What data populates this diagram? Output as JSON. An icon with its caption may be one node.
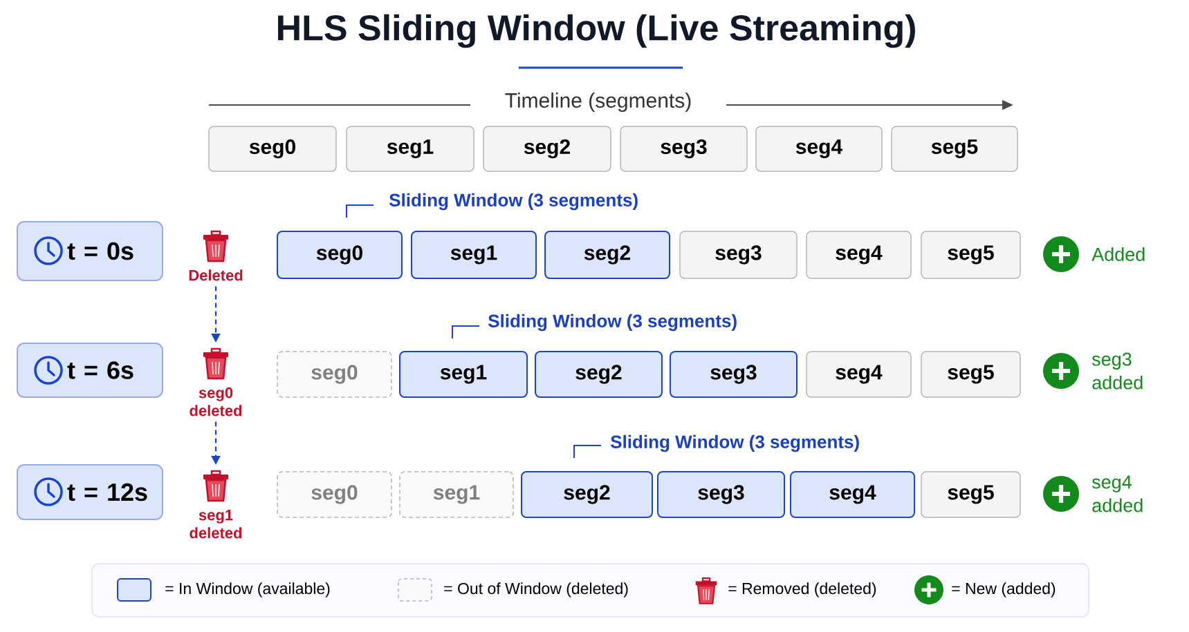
{
  "diagram": {
    "title": "HLS Sliding Window (Live Streaming)",
    "nodes": [
      {
        "text": [
          "seg0"
        ]
      },
      {
        "text": [
          "seg1"
        ]
      },
      {
        "text": [
          "seg2"
        ]
      },
      {
        "text": [
          "seg3"
        ]
      },
      {
        "text": [
          "seg4"
        ]
      },
      {
        "text": [
          "seg5"
        ]
      },
      {
        "text": [
          "t = 0s"
        ]
      },
      {
        "text": [
          "Deleted"
        ]
      },
      {
        "text": [
          "seg0"
        ]
      },
      {
        "text": [
          "seg1"
        ]
      },
      {
        "text": [
          "seg2"
        ]
      },
      {
        "text": [
          "seg3"
        ]
      },
      {
        "text": [
          "seg4"
        ]
      },
      {
        "text": [
          "seg5"
        ]
      },
      {
        "text": [
          "Added"
        ]
      },
      {
        "text": [
          "t = 6s"
        ]
      },
      {
        "text": [
          "seg0 deleted"
        ]
      },
      {
        "text": [
          "seg0"
        ]
      },
      {
        "text": [
          "seg1"
        ]
      },
      {
        "text": [
          "seg2"
        ]
      },
      {
        "text": [
          "seg3"
        ]
      },
      {
        "text": [
          "seg4"
        ]
      },
      {
        "text": [
          "seg5"
        ]
      },
      {
        "text": [
          "seg3 added"
        ]
      },
      {
        "text": [
          "t = 12s"
        ]
      },
      {
        "text": [
          "seg1 deleted"
        ]
      },
      {
        "text": [
          "seg0"
        ]
      },
      {
        "text": [
          "seg1"
        ]
      },
      {
        "text": [
          "seg2"
        ]
      },
      {
        "text": [
          "seg3"
        ]
      },
      {
        "text": [
          "seg4"
        ]
      },
      {
        "text": [
          "seg5"
        ]
      },
      {
        "text": [
          "seg4 added"
        ]
      }
    ],
    "edges": [
      {
        "from": 7,
        "to": 16,
        "arrow": "to",
        "style": "dashed"
      },
      {
        "from": 16,
        "to": 25,
        "arrow": "to",
        "style": "dashed"
      }
    ],
    "labels": [
      "Timeline (segments)",
      "Sliding Window (3 segments)",
      "Sliding Window (3 segments)",
      "Sliding Window (3 segments)"
    ],
    "legend": [
      {
        "text": "= In Window (available)",
        "color": "#dbe6fb"
      },
      {
        "text": "= Out of Window (deleted)"
      },
      {
        "text": "= Removed (deleted)"
      },
      {
        "text": "= New (added)"
      }
    ]
  }
}
